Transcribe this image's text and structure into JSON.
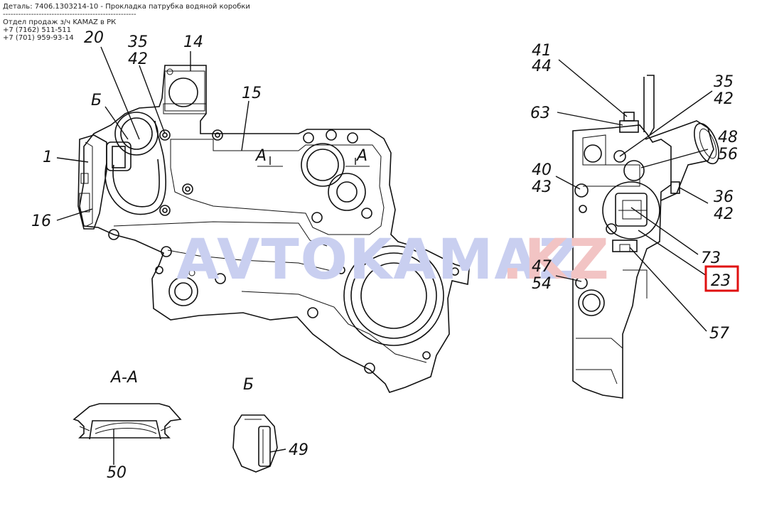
{
  "header": {
    "title": "Деталь: 7406.1303214-10 - Прокладка патрубка водяной коробки",
    "separator": "----------------------------------------------------",
    "dealer": "Отдел продаж з/ч KAMAZ в РК",
    "phone1": "+7 (7162) 511-511",
    "phone2": "+7 (701) 959-93-14"
  },
  "watermark": {
    "text_main": "AVTOKAMAZ",
    "text_suffix": ".KZ",
    "color_main": "#c9cff0",
    "color_suffix": "#f2c4c4"
  },
  "highlight": {
    "label": "23",
    "color": "#e01010"
  },
  "labels": {
    "l20": "20",
    "l35a": "35",
    "l42a": "42",
    "l14": "14",
    "l15": "15",
    "lB": "Б",
    "l1": "1",
    "l16": "16",
    "lAa": "А",
    "lAb": "А",
    "l41": "41",
    "l44": "44",
    "l63": "63",
    "l35b": "35",
    "l42b": "42",
    "l48": "48",
    "l56": "56",
    "l40": "40",
    "l43": "43",
    "l36": "36",
    "l42c": "42",
    "l73": "73",
    "l47": "47",
    "l54": "54",
    "l57": "57",
    "sectionAA": "А-А",
    "l50": "50",
    "viewB": "Б",
    "l49": "49"
  }
}
